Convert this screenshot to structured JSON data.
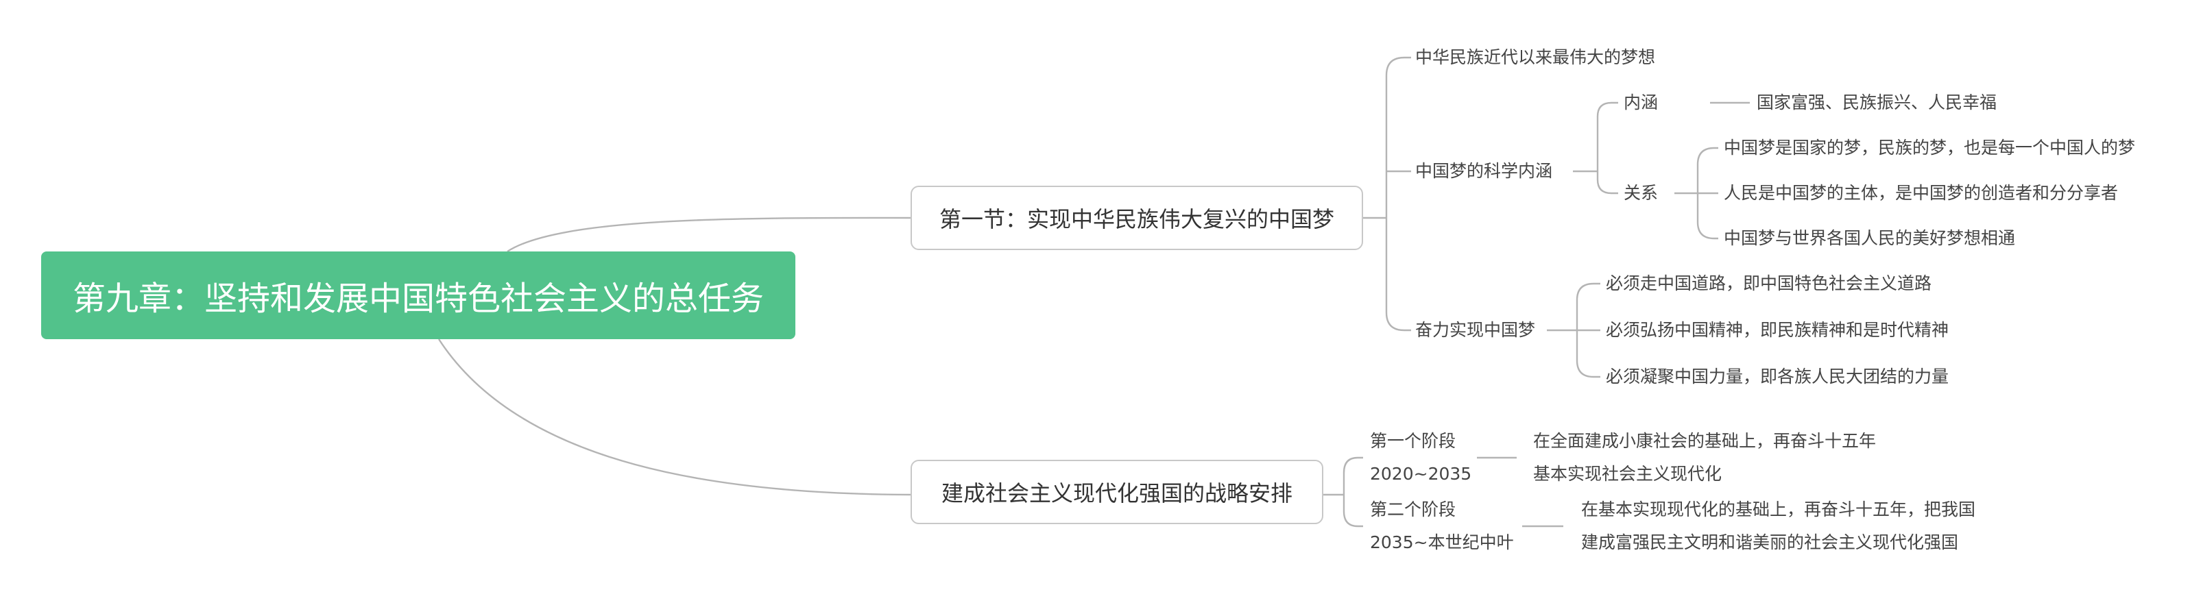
{
  "root": {
    "title": "第九章：坚持和发展中国特色社会主义的总任务"
  },
  "section1": {
    "title": "第一节：实现中华民族伟大复兴的中国梦",
    "item1": "中华民族近代以来最伟大的梦想",
    "item2": {
      "label": "中国梦的科学内涵",
      "neihan": {
        "label": "内涵",
        "detail": "国家富强、民族振兴、人民幸福"
      },
      "guanxi": {
        "label": "关系",
        "details": [
          "中国梦是国家的梦，民族的梦，也是每一个中国人的梦",
          "人民是中国梦的主体，是中国梦的创造者和分分享者",
          "中国梦与世界各国人民的美好梦想相通"
        ]
      }
    },
    "item3": {
      "label": "奋力实现中国梦",
      "details": [
        "必须走中国道路，即中国特色社会主义道路",
        "必须弘扬中国精神，即民族精神和是时代精神",
        "必须凝聚中国力量，即各族人民大团结的力量"
      ]
    }
  },
  "section2": {
    "title": "建成社会主义现代化强国的战略安排",
    "stage1": {
      "name": "第一个阶段",
      "period": "2020~2035",
      "line1": "在全面建成小康社会的基础上，再奋斗十五年",
      "line2": "基本实现社会主义现代化"
    },
    "stage2": {
      "name": "第二个阶段",
      "period": "2035~本世纪中叶",
      "line1": "在基本实现现代化的基础上，再奋斗十五年，把我国",
      "line2": "建成富强民主文明和谐美丽的社会主义现代化强国"
    }
  },
  "colors": {
    "root_fill": "#52c28b",
    "connector": "#b4b4b4",
    "border": "#c8c8c8",
    "text": "#444444"
  }
}
